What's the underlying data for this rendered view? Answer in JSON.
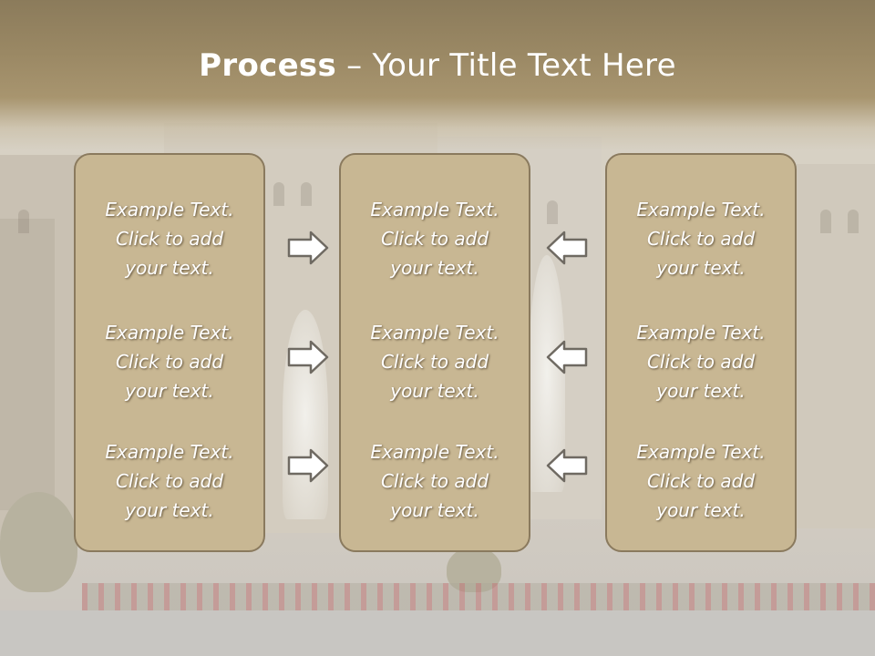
{
  "title": {
    "bold": "Process",
    "dash": " – ",
    "rest": "Your Title Text Here"
  },
  "colors": {
    "title_band": "#9a8864",
    "box_fill": "#c8b793",
    "box_border": "#8a7a5e",
    "arrow_fill": "#ffffff",
    "arrow_stroke": "#6f6a62"
  },
  "columns": [
    {
      "items": [
        {
          "line1": "Example Text.",
          "line2": "Click  to add",
          "line3": "your text."
        },
        {
          "line1": "Example Text.",
          "line2": "Click  to add",
          "line3": "your text."
        },
        {
          "line1": "Example Text.",
          "line2": "Click  to add",
          "line3": "your text."
        }
      ]
    },
    {
      "items": [
        {
          "line1": "Example Text.",
          "line2": "Click  to add",
          "line3": "your text."
        },
        {
          "line1": "Example Text.",
          "line2": "Click  to add",
          "line3": "your text."
        },
        {
          "line1": "Example Text.",
          "line2": "Click  to add",
          "line3": "your text."
        }
      ]
    },
    {
      "items": [
        {
          "line1": "Example Text.",
          "line2": "Click  to add",
          "line3": "your text."
        },
        {
          "line1": "Example Text.",
          "line2": "Click  to add",
          "line3": "your text."
        },
        {
          "line1": "Example Text.",
          "line2": "Click  to add",
          "line3": "your text."
        }
      ]
    }
  ],
  "arrows": {
    "left_group": [
      "right-arrow-icon",
      "right-arrow-icon",
      "right-arrow-icon"
    ],
    "right_group": [
      "left-arrow-icon",
      "left-arrow-icon",
      "left-arrow-icon"
    ]
  }
}
